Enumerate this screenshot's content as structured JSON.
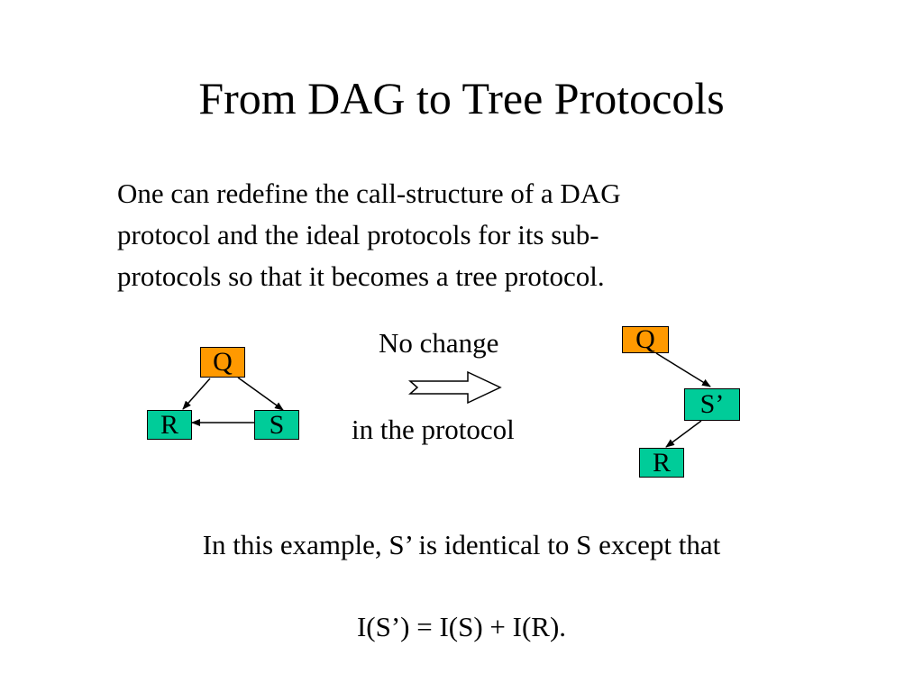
{
  "slide": {
    "title": "From DAG to Tree Protocols",
    "intro_lines": [
      "One can redefine the call-structure of a DAG",
      "protocol and the ideal protocols for its sub-",
      "protocols so that it becomes a tree protocol."
    ],
    "transform_top": "No change",
    "transform_bottom": "in the protocol",
    "example_line": "In this example, S’ is identical to S except that",
    "formula": "I(S’) = I(S) + I(R)."
  },
  "dag": {
    "nodes": {
      "q": "Q",
      "r": "R",
      "s": "S"
    },
    "edges": [
      {
        "from": "Q",
        "to": "R"
      },
      {
        "from": "Q",
        "to": "S"
      },
      {
        "from": "S",
        "to": "R"
      }
    ]
  },
  "tree": {
    "nodes": {
      "q": "Q",
      "s_prime": "S’",
      "r": "R"
    },
    "edges": [
      {
        "from": "Q",
        "to": "S’"
      },
      {
        "from": "S’",
        "to": "R"
      }
    ]
  },
  "colors": {
    "q_node": "#ff9900",
    "leaf_node": "#00cc99",
    "stroke": "#000000",
    "background": "#ffffff"
  }
}
